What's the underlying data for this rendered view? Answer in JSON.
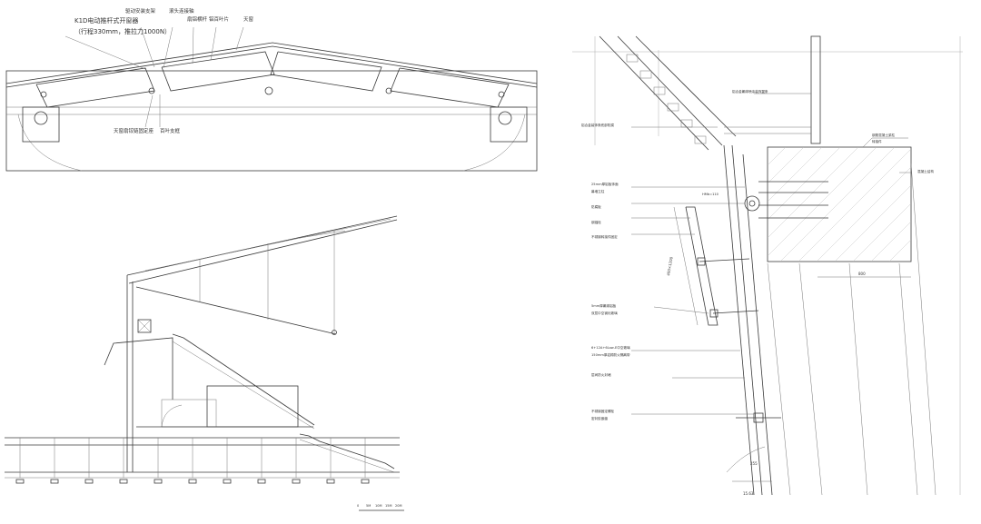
{
  "roof_detail": {
    "labels": [
      "K1D电动推杆式开窗器",
      "（行程330mm，推拉力1000N）",
      "驱动安装支架",
      "滚头连接轴",
      "扇铝横杆",
      "铝百叶片",
      "天窗",
      "天窗扇铰链固定座",
      "百叶支框"
    ]
  },
  "facade_detail": {
    "labels": [
      "铝合金装饰条底部防腐",
      "铝合金氟碳喷涂装饰翼条",
      "钢筋混凝土梁柱",
      "转接件",
      "混凝土结构",
      "25mm厚铝板饰面",
      "幕墙立柱",
      "防腐板",
      "钢锚栓",
      "不锈钢转接件固定",
      "5mm厚氟碳铝板",
      "双层中空钢化玻璃",
      "6+12A+6Low-E中空玻璃",
      "150mm厚岩棉防火隔离带",
      "层间防火封堵",
      "不锈钢固定螺栓",
      "密封胶嵌缝",
      "HMb=110"
    ],
    "dims": [
      "800",
      "400×1200",
      "255",
      "15.63"
    ]
  },
  "section": {
    "scale_bar": [
      "0",
      "5M",
      "10M",
      "15M",
      "20M"
    ]
  }
}
